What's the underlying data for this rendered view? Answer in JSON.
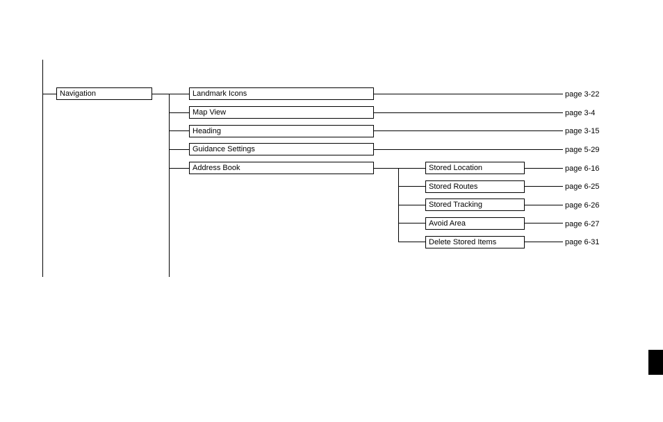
{
  "root": {
    "label": "Navigation"
  },
  "level1": [
    {
      "label": "Landmark Icons",
      "page": "page 3-22"
    },
    {
      "label": "Map View",
      "page": "page 3-4"
    },
    {
      "label": "Heading",
      "page": "page 3-15"
    },
    {
      "label": "Guidance Settings",
      "page": "page 5-29"
    },
    {
      "label": "Address Book"
    }
  ],
  "level2": [
    {
      "label": "Stored Location",
      "page": "page 6-16"
    },
    {
      "label": "Stored Routes",
      "page": "page 6-25"
    },
    {
      "label": "Stored Tracking",
      "page": "page 6-26"
    },
    {
      "label": "Avoid Area",
      "page": "page 6-27"
    },
    {
      "label": "Delete Stored Items",
      "page": "page 6-31"
    }
  ],
  "colors": {
    "line": "#000000",
    "background": "#ffffff",
    "edge_tab": "#000000"
  }
}
